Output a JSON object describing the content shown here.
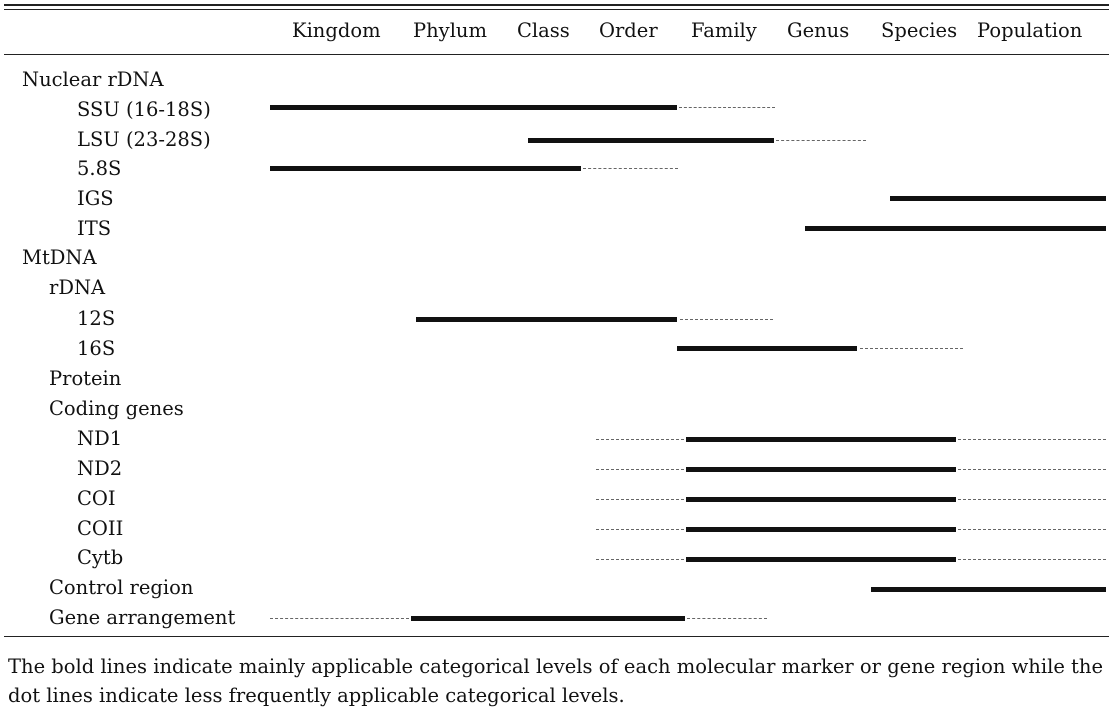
{
  "columns": {
    "kingdom": "Kingdom",
    "phylum": "Phylum",
    "class": "Class",
    "order": "Order",
    "family": "Family",
    "genus": "Genus",
    "species": "Species",
    "population": "Population"
  },
  "rows": {
    "nuclear_rdna": "Nuclear rDNA",
    "ssu": "SSU (16-18S)",
    "lsu": "LSU (23-28S)",
    "s58": "5.8S",
    "igs": "IGS",
    "its": "ITS",
    "mtdna": "MtDNA",
    "rdna": "rDNA",
    "s12": "12S",
    "s16": "16S",
    "protein": "Protein",
    "coding_genes": "Coding genes",
    "nd1": "ND1",
    "nd2": "ND2",
    "coi": "COI",
    "coii": "COII",
    "cytb": "Cytb",
    "control_region": "Control region",
    "gene_arrangement": "Gene arrangement"
  },
  "footnote": "The bold lines indicate mainly applicable categorical levels of each molecular marker or gene region while the dot lines indicate less frequently applicable categorical levels.",
  "style": {
    "solid_line_meaning": "mainly applicable",
    "dashed_line_meaning": "less frequently applicable"
  }
}
